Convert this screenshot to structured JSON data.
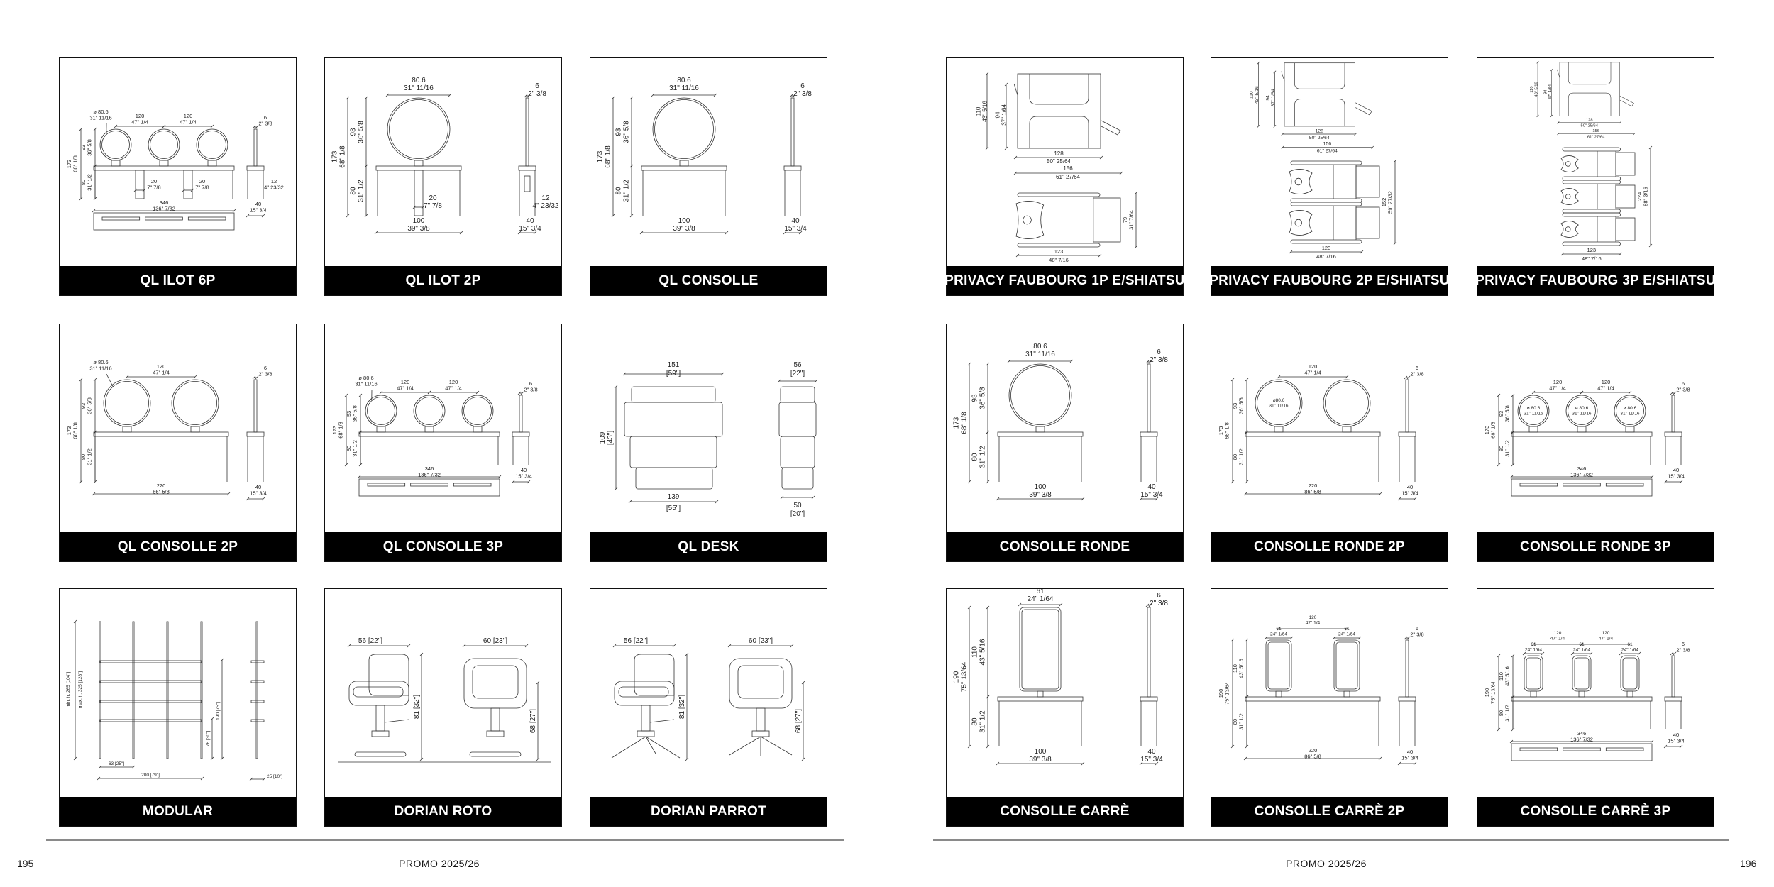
{
  "pages": [
    {
      "number": "195",
      "footer": "PROMO 2025/26"
    },
    {
      "number": "196",
      "footer": "PROMO 2025/26"
    }
  ],
  "cards": [
    {
      "title": "QL ILOT 6P",
      "dims": [
        {
          "role": "diam",
          "cm": "ø 80.6",
          "in": "31\" 11/16"
        },
        {
          "role": "sp",
          "cm": "120",
          "in": "47\" 1/4"
        },
        {
          "role": "sp",
          "cm": "120",
          "in": "47\" 1/4"
        },
        {
          "role": "th",
          "cm": "173",
          "in": "68\" 1/8"
        },
        {
          "role": "mh",
          "cm": "93",
          "in": "36\" 5/8"
        },
        {
          "role": "tb",
          "cm": "80",
          "in": "31\" 1/2"
        },
        {
          "role": "col",
          "cm": "20",
          "in": "7\" 7/8"
        },
        {
          "role": "col",
          "cm": "20",
          "in": "7\" 7/8"
        },
        {
          "role": "w",
          "cm": "346",
          "in": "136\" 7/32"
        },
        {
          "role": "sd",
          "cm": "6",
          "in": "2\" 3/8"
        },
        {
          "role": "sm",
          "cm": "12",
          "in": "4\" 23/32"
        },
        {
          "role": "sdep",
          "cm": "40",
          "in": "15\" 3/4"
        }
      ]
    },
    {
      "title": "QL ILOT 2P",
      "dims": [
        {
          "role": "mw",
          "cm": "80.6",
          "in": "31\" 11/16"
        },
        {
          "role": "th",
          "cm": "173",
          "in": "68\" 1/8"
        },
        {
          "role": "mh",
          "cm": "93",
          "in": "36\" 5/8"
        },
        {
          "role": "tb",
          "cm": "80",
          "in": "31\" 1/2"
        },
        {
          "role": "col",
          "cm": "20",
          "in": "7\" 7/8"
        },
        {
          "role": "w",
          "cm": "100",
          "in": "39\" 3/8"
        },
        {
          "role": "sd",
          "cm": "6",
          "in": "2\" 3/8"
        },
        {
          "role": "sm",
          "cm": "12",
          "in": "4\" 23/32"
        },
        {
          "role": "sdep",
          "cm": "40",
          "in": "15\" 3/4"
        }
      ]
    },
    {
      "title": "QL CONSOLLE",
      "dims": [
        {
          "role": "mw",
          "cm": "80.6",
          "in": "31\" 11/16"
        },
        {
          "role": "th",
          "cm": "173",
          "in": "68\" 1/8"
        },
        {
          "role": "mh",
          "cm": "93",
          "in": "36\" 5/8"
        },
        {
          "role": "tb",
          "cm": "80",
          "in": "31\" 1/2"
        },
        {
          "role": "w",
          "cm": "100",
          "in": "39\" 3/8"
        },
        {
          "role": "sd",
          "cm": "6",
          "in": "2\" 3/8"
        },
        {
          "role": "sdep",
          "cm": "40",
          "in": "15\" 3/4"
        }
      ]
    },
    {
      "title": "PRIVACY FAUBOURG 1P E/SHIATSU",
      "dims": [
        {
          "role": "h1",
          "cm": "110",
          "in": "43\" 5/16"
        },
        {
          "role": "h2",
          "cm": "94",
          "in": "37\" 1/64"
        },
        {
          "role": "w1",
          "cm": "128",
          "in": "50\" 25/64"
        },
        {
          "role": "w2",
          "cm": "156",
          "in": "61\" 27/64"
        },
        {
          "role": "w3",
          "cm": "123",
          "in": "48\" 7/16"
        },
        {
          "role": "d",
          "cm": "79",
          "in": "31\" 7/64"
        }
      ]
    },
    {
      "title": "PRIVACY FAUBOURG 2P E/SHIATSU",
      "dims": [
        {
          "role": "h1",
          "cm": "110",
          "in": "43\" 5/16"
        },
        {
          "role": "h2",
          "cm": "94",
          "in": "37\" 1/64"
        },
        {
          "role": "w1",
          "cm": "128",
          "in": "50\" 25/64"
        },
        {
          "role": "w2",
          "cm": "156",
          "in": "61\" 27/64"
        },
        {
          "role": "w3",
          "cm": "123",
          "in": "48\" 7/16"
        },
        {
          "role": "d",
          "cm": "152",
          "in": "59\" 27/32"
        }
      ]
    },
    {
      "title": "PRIVACY FAUBOURG 3P E/SHIATSU",
      "dims": [
        {
          "role": "h1",
          "cm": "110",
          "in": "43\" 5/16"
        },
        {
          "role": "h2",
          "cm": "94",
          "in": "37\" 1/64"
        },
        {
          "role": "w1",
          "cm": "128",
          "in": "50\" 25/64"
        },
        {
          "role": "w2",
          "cm": "156",
          "in": "61\" 27/64"
        },
        {
          "role": "w3",
          "cm": "123",
          "in": "48\" 7/16"
        },
        {
          "role": "d",
          "cm": "224",
          "in": "88\" 3/16"
        }
      ]
    },
    {
      "title": "QL CONSOLLE 2P",
      "dims": [
        {
          "role": "diam",
          "cm": "ø 80.6",
          "in": "31\" 11/16"
        },
        {
          "role": "sp",
          "cm": "120",
          "in": "47\" 1/4"
        },
        {
          "role": "th",
          "cm": "173",
          "in": "68\" 1/8"
        },
        {
          "role": "mh",
          "cm": "93",
          "in": "36\" 5/8"
        },
        {
          "role": "tb",
          "cm": "80",
          "in": "31\" 1/2"
        },
        {
          "role": "w",
          "cm": "220",
          "in": "86\" 5/8"
        },
        {
          "role": "sd",
          "cm": "6",
          "in": "2\" 3/8"
        },
        {
          "role": "sdep",
          "cm": "40",
          "in": "15\" 3/4"
        }
      ]
    },
    {
      "title": "QL CONSOLLE 3P",
      "dims": [
        {
          "role": "diam",
          "cm": "ø 80.6",
          "in": "31\" 11/16"
        },
        {
          "role": "sp",
          "cm": "120",
          "in": "47\" 1/4"
        },
        {
          "role": "sp",
          "cm": "120",
          "in": "47\" 1/4"
        },
        {
          "role": "th",
          "cm": "173",
          "in": "68\" 1/8"
        },
        {
          "role": "mh",
          "cm": "93",
          "in": "36\" 5/8"
        },
        {
          "role": "tb",
          "cm": "80",
          "in": "31\" 1/2"
        },
        {
          "role": "w",
          "cm": "346",
          "in": "136\" 7/32"
        },
        {
          "role": "sd",
          "cm": "6",
          "in": "2\" 3/8"
        },
        {
          "role": "sdep",
          "cm": "40",
          "in": "15\" 3/4"
        }
      ]
    },
    {
      "title": "QL DESK",
      "dims": [
        {
          "role": "fw",
          "text": "151",
          "sub": "[59\"]"
        },
        {
          "role": "fh",
          "text": "109",
          "sub": "[43\"]"
        },
        {
          "role": "bw",
          "text": "139",
          "sub": "[55\"]"
        },
        {
          "role": "sw",
          "text": "56",
          "sub": "[22\"]"
        },
        {
          "role": "sb",
          "text": "50",
          "sub": "[20\"]"
        }
      ]
    },
    {
      "title": "CONSOLLE RONDE",
      "dims": [
        {
          "role": "mw",
          "cm": "80.6",
          "in": "31\" 11/16"
        },
        {
          "role": "th",
          "cm": "173",
          "in": "68\" 1/8"
        },
        {
          "role": "mh",
          "cm": "93",
          "in": "36\" 5/8"
        },
        {
          "role": "tb",
          "cm": "80",
          "in": "31\" 1/2"
        },
        {
          "role": "w",
          "cm": "100",
          "in": "39\" 3/8"
        },
        {
          "role": "sd",
          "cm": "6",
          "in": "2\" 3/8"
        },
        {
          "role": "sdep",
          "cm": "40",
          "in": "15\" 3/4"
        }
      ]
    },
    {
      "title": "CONSOLLE RONDE 2P",
      "dims": [
        {
          "role": "sp",
          "cm": "120",
          "in": "47\" 1/4"
        },
        {
          "role": "in",
          "cm": "ø80.6",
          "in": "31\" 11/16"
        },
        {
          "role": "th",
          "cm": "173",
          "in": "68\" 1/8"
        },
        {
          "role": "mh",
          "cm": "93",
          "in": "36\" 5/8"
        },
        {
          "role": "tb",
          "cm": "80",
          "in": "31\" 1/2"
        },
        {
          "role": "w",
          "cm": "220",
          "in": "86\" 5/8"
        },
        {
          "role": "sd",
          "cm": "6",
          "in": "2\" 3/8"
        },
        {
          "role": "sdep",
          "cm": "40",
          "in": "15\" 3/4"
        }
      ]
    },
    {
      "title": "CONSOLLE RONDE 3P",
      "dims": [
        {
          "role": "sp",
          "cm": "120",
          "in": "47\" 1/4"
        },
        {
          "role": "sp",
          "cm": "120",
          "in": "47\" 1/4"
        },
        {
          "role": "in",
          "cm": "ø 80.6",
          "in": "31\" 11/16"
        },
        {
          "role": "in",
          "cm": "ø 80.6",
          "in": "31\" 11/16"
        },
        {
          "role": "in",
          "cm": "ø 80.6",
          "in": "31\" 11/16"
        },
        {
          "role": "th",
          "cm": "173",
          "in": "68\" 1/8"
        },
        {
          "role": "mh",
          "cm": "93",
          "in": "36\" 5/8"
        },
        {
          "role": "tb",
          "cm": "80",
          "in": "31\" 1/2"
        },
        {
          "role": "w",
          "cm": "346",
          "in": "136\" 7/32"
        },
        {
          "role": "sd",
          "cm": "6",
          "in": "2\" 3/8"
        },
        {
          "role": "sdep",
          "cm": "40",
          "in": "15\" 3/4"
        }
      ]
    },
    {
      "title": "MODULAR",
      "dims": [
        {
          "role": "minh",
          "text": "min. h. 265 [104\"]"
        },
        {
          "role": "maxh",
          "text": "max. h. 325 [128\"]"
        },
        {
          "role": "h190",
          "text": "190 [75\"]"
        },
        {
          "role": "h76",
          "text": "76 [30\"]"
        },
        {
          "role": "w63",
          "text": "63 [25\"]"
        },
        {
          "role": "w200",
          "text": "200 [79\"]"
        },
        {
          "role": "d25",
          "text": "25 [10\"]"
        }
      ]
    },
    {
      "title": "DORIAN ROTO",
      "dims": [
        {
          "role": "sw",
          "text": "56 [22\"]"
        },
        {
          "role": "fw",
          "text": "60 [23\"]"
        },
        {
          "role": "sh",
          "text": "81 [32\"]"
        },
        {
          "role": "fh",
          "text": "68 [27\"]"
        }
      ]
    },
    {
      "title": "DORIAN PARROT",
      "dims": [
        {
          "role": "sw",
          "text": "56 [22\"]"
        },
        {
          "role": "fw",
          "text": "60 [23\"]"
        },
        {
          "role": "sh",
          "text": "81 [32\"]"
        },
        {
          "role": "fh",
          "text": "68 [27\"]"
        }
      ]
    },
    {
      "title": "CONSOLLE CARRÈ",
      "dims": [
        {
          "role": "mw",
          "cm": "61",
          "in": "24\" 1/64"
        },
        {
          "role": "th",
          "cm": "190",
          "in": "75\" 13/64"
        },
        {
          "role": "mh",
          "cm": "110",
          "in": "43\" 5/16"
        },
        {
          "role": "tb",
          "cm": "80",
          "in": "31\" 1/2"
        },
        {
          "role": "w",
          "cm": "100",
          "in": "39\" 3/8"
        },
        {
          "role": "sd",
          "cm": "6",
          "in": "2\" 3/8"
        },
        {
          "role": "sdep",
          "cm": "40",
          "in": "15\" 3/4"
        }
      ]
    },
    {
      "title": "CONSOLLE CARRÈ 2P",
      "dims": [
        {
          "role": "sp",
          "cm": "120",
          "in": "47\" 1/4"
        },
        {
          "role": "mw",
          "cm": "61",
          "in": "24\" 1/64"
        },
        {
          "role": "mw",
          "cm": "61",
          "in": "24\" 1/64"
        },
        {
          "role": "th",
          "cm": "190",
          "in": "75\" 13/64"
        },
        {
          "role": "mh",
          "cm": "110",
          "in": "43\" 5/16"
        },
        {
          "role": "tb",
          "cm": "80",
          "in": "31\" 1/2"
        },
        {
          "role": "w",
          "cm": "220",
          "in": "86\" 5/8"
        },
        {
          "role": "sd",
          "cm": "6",
          "in": "2\" 3/8"
        },
        {
          "role": "sdep",
          "cm": "40",
          "in": "15\" 3/4"
        }
      ]
    },
    {
      "title": "CONSOLLE CARRÈ 3P",
      "dims": [
        {
          "role": "sp",
          "cm": "120",
          "in": "47\" 1/4"
        },
        {
          "role": "sp",
          "cm": "120",
          "in": "47\" 1/4"
        },
        {
          "role": "mw",
          "cm": "61",
          "in": "24\" 1/64"
        },
        {
          "role": "mw",
          "cm": "61",
          "in": "24\" 1/64"
        },
        {
          "role": "mw",
          "cm": "61",
          "in": "24\" 1/64"
        },
        {
          "role": "th",
          "cm": "190",
          "in": "75\" 13/64"
        },
        {
          "role": "mh",
          "cm": "110",
          "in": "43\" 5/16"
        },
        {
          "role": "tb",
          "cm": "80",
          "in": "31\" 1/2"
        },
        {
          "role": "w",
          "cm": "346",
          "in": "136\" 7/32"
        },
        {
          "role": "sd",
          "cm": "6",
          "in": "2\" 3/8"
        },
        {
          "role": "sdep",
          "cm": "40",
          "in": "15\" 3/4"
        }
      ]
    }
  ]
}
